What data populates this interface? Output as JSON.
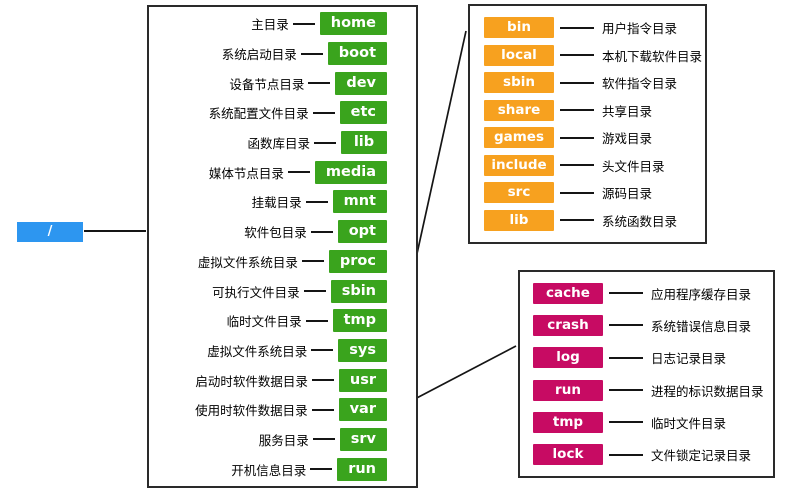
{
  "root": {
    "label": "/"
  },
  "main": {
    "items": [
      {
        "desc": "主目录",
        "name": "home"
      },
      {
        "desc": "系统启动目录",
        "name": "boot"
      },
      {
        "desc": "设备节点目录",
        "name": "dev"
      },
      {
        "desc": "系统配置文件目录",
        "name": "etc"
      },
      {
        "desc": "函数库目录",
        "name": "lib"
      },
      {
        "desc": "媒体节点目录",
        "name": "media"
      },
      {
        "desc": "挂载目录",
        "name": "mnt"
      },
      {
        "desc": "软件包目录",
        "name": "opt"
      },
      {
        "desc": "虚拟文件系统目录",
        "name": "proc"
      },
      {
        "desc": "可执行文件目录",
        "name": "sbin"
      },
      {
        "desc": "临时文件目录",
        "name": "tmp"
      },
      {
        "desc": "虚拟文件系统目录",
        "name": "sys"
      },
      {
        "desc": "启动时软件数据目录",
        "name": "usr"
      },
      {
        "desc": "使用时软件数据目录",
        "name": "var"
      },
      {
        "desc": "服务目录",
        "name": "srv"
      },
      {
        "desc": "开机信息目录",
        "name": "run"
      }
    ]
  },
  "usr_panel": {
    "items": [
      {
        "name": "bin",
        "desc": "用户指令目录"
      },
      {
        "name": "local",
        "desc": "本机下载软件目录"
      },
      {
        "name": "sbin",
        "desc": "软件指令目录"
      },
      {
        "name": "share",
        "desc": "共享目录"
      },
      {
        "name": "games",
        "desc": "游戏目录"
      },
      {
        "name": "include",
        "desc": "头文件目录"
      },
      {
        "name": "src",
        "desc": "源码目录"
      },
      {
        "name": "lib",
        "desc": "系统函数目录"
      }
    ]
  },
  "var_panel": {
    "items": [
      {
        "name": "cache",
        "desc": "应用程序缓存目录"
      },
      {
        "name": "crash",
        "desc": "系统错误信息目录"
      },
      {
        "name": "log",
        "desc": "日志记录目录"
      },
      {
        "name": "run",
        "desc": "进程的标识数据目录"
      },
      {
        "name": "tmp",
        "desc": "临时文件目录"
      },
      {
        "name": "lock",
        "desc": "文件锁定记录目录"
      }
    ]
  },
  "colors": {
    "green": "#3aa41d",
    "orange": "#f7a11f",
    "magenta": "#c70b63",
    "blue": "#2d96f0",
    "line": "#151515"
  }
}
